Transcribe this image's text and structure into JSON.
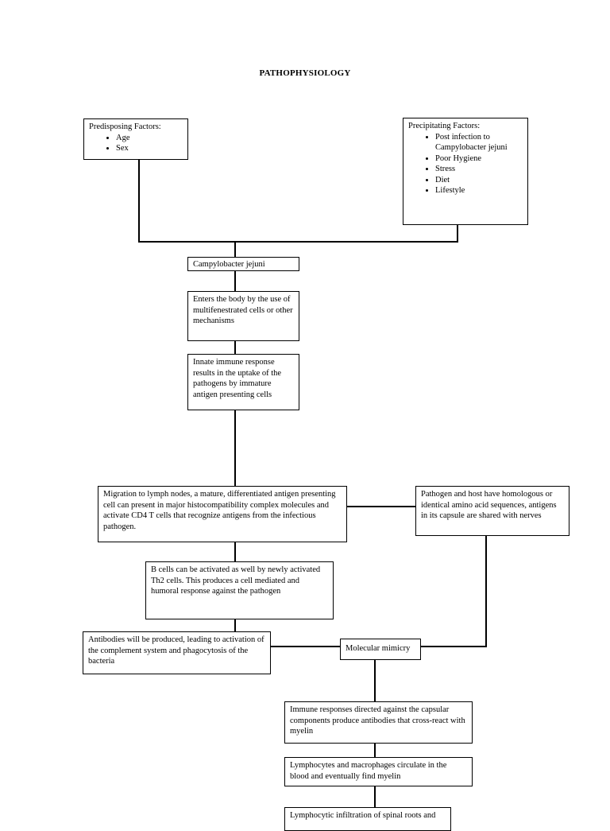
{
  "title": "PATHOPHYSIOLOGY",
  "predisposing": {
    "heading": "Predisposing Factors:",
    "items": [
      "Age",
      "Sex"
    ]
  },
  "precipitating": {
    "heading": "Precipitating Factors:",
    "items": [
      "Post infection to Campylobacter jejuni",
      "Poor Hygiene",
      "Stress",
      "Diet",
      "Lifestyle"
    ]
  },
  "nodes": {
    "campylobacter": "Campylobacter jejuni",
    "enters_body": "Enters the body by the use of multifenestrated cells or other mechanisms",
    "innate_response": "Innate immune response results in the uptake of the pathogens by immature antigen presenting cells",
    "migration": "Migration to lymph nodes, a mature, differentiated antigen presenting cell can present in major histocompatibility complex molecules and activate CD4 T cells that recognize antigens from the infectious pathogen.",
    "homologous": "Pathogen and host have homologous or identical amino acid sequences, antigens in its capsule are shared with nerves",
    "b_cells": "B cells can be activated as well by newly activated Th2 cells. This produces a cell mediated and humoral response against the pathogen",
    "antibodies": "Antibodies will be produced, leading to activation of the complement system and phagocytosis of the bacteria",
    "molecular_mimicry": "Molecular mimicry",
    "immune_responses": "Immune responses directed against the capsular components produce antibodies that cross-react with myelin",
    "lymphocytes": "Lymphocytes and macrophages circulate in the blood and eventually find myelin",
    "infiltration": "Lymphocytic infiltration of spinal roots and"
  }
}
